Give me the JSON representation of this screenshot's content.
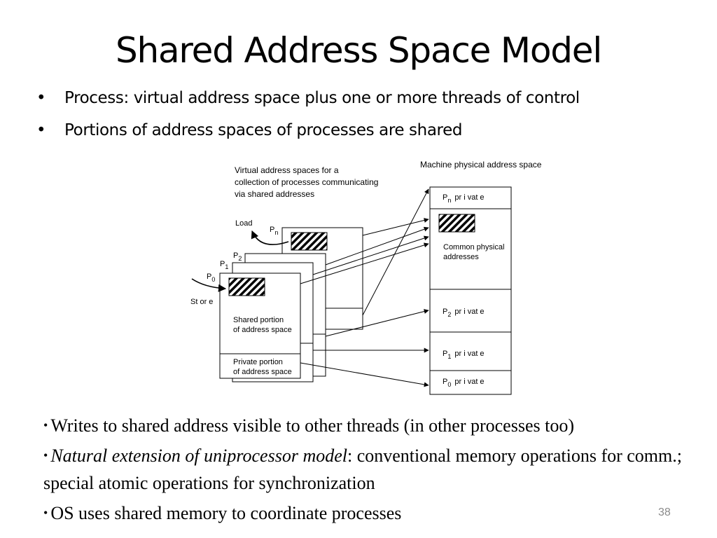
{
  "slide": {
    "title": "Shared Address Space Model",
    "bullets": [
      "Process: virtual address space plus one or more threads of control",
      "Portions of address spaces of processes are shared"
    ],
    "number": "38"
  },
  "diagram": {
    "virtual_caption": [
      "Virtual address spaces for a",
      "collection of processes communicating",
      "via shared addresses"
    ],
    "physical_caption": "Machine physical address space",
    "load_label": "Load",
    "store_label": "St or e",
    "process_labels": {
      "pn": {
        "base": "P",
        "sub": "n"
      },
      "p2": {
        "base": "P",
        "sub": "2"
      },
      "p1": {
        "base": "P",
        "sub": "1"
      },
      "p0": {
        "base": "P",
        "sub": "0"
      }
    },
    "shared_portion": [
      "Shared portion",
      "of address space"
    ],
    "private_portion": [
      "Private portion",
      "of address space"
    ],
    "common_physical": [
      "Common physical",
      "addresses"
    ],
    "private_word": "pr i vat e",
    "private_regions": [
      {
        "base": "P",
        "sub": "n"
      },
      {
        "base": "P",
        "sub": "2"
      },
      {
        "base": "P",
        "sub": "1"
      },
      {
        "base": "P",
        "sub": "0"
      }
    ]
  },
  "bottom_bullets": [
    {
      "text": "Writes to shared address visible to other threads (in other processes too)"
    },
    {
      "italic": "Natural extension of uniprocessor model",
      "text": ": conventional memory operations for comm.; special atomic operations for synchronization"
    },
    {
      "text": "OS uses shared memory to coordinate processes"
    }
  ]
}
